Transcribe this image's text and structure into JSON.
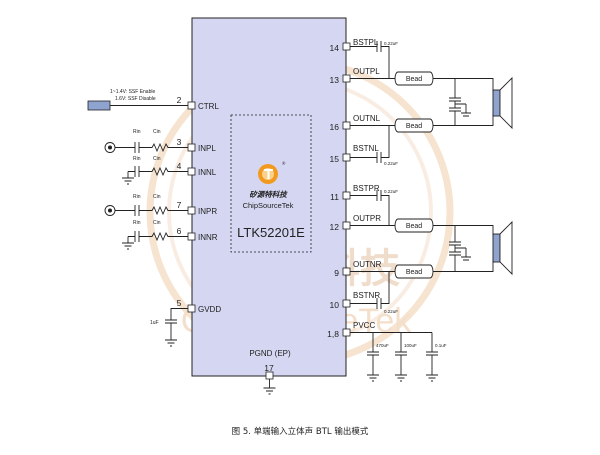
{
  "chip": {
    "part_number": "LTK52201E",
    "logo_cn": "矽源特科技",
    "logo_en": "ChipSourceTek",
    "logo_mark": "®",
    "bottom_label": "PGND (EP)"
  },
  "watermark": {
    "cn": "矽源特科技",
    "en": "ChipSourceTek"
  },
  "ctrl_note": {
    "line1": "1~1.4V: SSF Enable",
    "line2": "1.6V: SSF Disable"
  },
  "left_pins": [
    {
      "num": "2",
      "name": "CTRL"
    },
    {
      "num": "3",
      "name": "INPL"
    },
    {
      "num": "4",
      "name": "INNL"
    },
    {
      "num": "7",
      "name": "INPR"
    },
    {
      "num": "6",
      "name": "INNR"
    },
    {
      "num": "5",
      "name": "GVDD"
    }
  ],
  "right_pins": [
    {
      "num": "14",
      "name": "BSTPL"
    },
    {
      "num": "13",
      "name": "OUTPL"
    },
    {
      "num": "16",
      "name": "OUTNL"
    },
    {
      "num": "15",
      "name": "BSTNL"
    },
    {
      "num": "11",
      "name": "BSTPR"
    },
    {
      "num": "12",
      "name": "OUTPR"
    },
    {
      "num": "9",
      "name": "OUTNR"
    },
    {
      "num": "10",
      "name": "BSTNR"
    },
    {
      "num": "1,8",
      "name": "PVCC"
    }
  ],
  "bottom_pin": "17",
  "bead_label": "Bead",
  "labels": {
    "rin": "Rin",
    "cin": "Cin",
    "cap_boot": "0.22uF",
    "cap_gvdd": "1uF",
    "cap_pvcc": [
      "470uF",
      "100uF",
      "0.1uF"
    ]
  },
  "caption": "图 5. 单端输入立体声 BTL 输出模式",
  "colors": {
    "chip_fill": "#d5d7f2",
    "chip_stroke": "#222222",
    "watermark": "#f3d6b8",
    "logo_orange": "#f29a1f"
  }
}
